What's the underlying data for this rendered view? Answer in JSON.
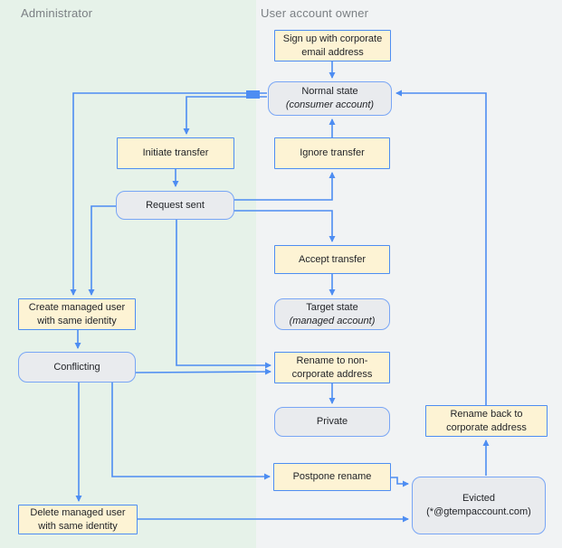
{
  "lanes": {
    "admin": {
      "label": "Administrator"
    },
    "user": {
      "label": "User account owner"
    }
  },
  "colors": {
    "lane_admin_bg": "#e6f2e9",
    "lane_user_bg": "#f1f3f4",
    "action_fill": "#fdf3d4",
    "state_fill": "#e9ebee",
    "action_border": "#4d8df2",
    "state_border": "#78a5f5",
    "edge_blue": "#4d8df2",
    "lane_label_gray": "#7a7f83",
    "node_text": "#1f2125"
  },
  "nodes": {
    "signup": {
      "type": "action",
      "label": "Sign up with corporate email address"
    },
    "normal": {
      "type": "state",
      "title": "Normal state",
      "subtitle": "(consumer account)"
    },
    "initiate": {
      "type": "action",
      "label": "Initiate transfer"
    },
    "ignore": {
      "type": "action",
      "label": "Ignore transfer"
    },
    "request_sent": {
      "type": "state",
      "label": "Request sent"
    },
    "accept": {
      "type": "action",
      "label": "Accept transfer"
    },
    "target": {
      "type": "state",
      "title": "Target state",
      "subtitle": "(managed account)"
    },
    "create": {
      "type": "action",
      "label": "Create managed user with same identity"
    },
    "conflicting": {
      "type": "state",
      "label": "Conflicting"
    },
    "rename_non_corp": {
      "type": "action",
      "label": "Rename to non-corporate address"
    },
    "private": {
      "type": "state",
      "label": "Private"
    },
    "rename_back": {
      "type": "action",
      "label": "Rename back to corporate address"
    },
    "postpone": {
      "type": "action",
      "label": "Postpone rename"
    },
    "evicted": {
      "type": "state",
      "title": "Evicted",
      "subtitle": "(*@gtempaccount.com)"
    },
    "delete": {
      "type": "action",
      "label": "Delete managed user with same identity"
    }
  },
  "edges": [
    {
      "from": "signup",
      "to": "normal"
    },
    {
      "from": "ignore",
      "to": "normal"
    },
    {
      "from": "rename_back",
      "to": "normal"
    },
    {
      "from": "normal",
      "to": "create"
    },
    {
      "from": "normal",
      "to": "initiate"
    },
    {
      "from": "initiate",
      "to": "request_sent"
    },
    {
      "from": "request_sent",
      "to": "ignore"
    },
    {
      "from": "request_sent",
      "to": "accept"
    },
    {
      "from": "accept",
      "to": "target"
    },
    {
      "from": "request_sent",
      "to": "create"
    },
    {
      "from": "request_sent",
      "to": "rename_non_corp"
    },
    {
      "from": "conflicting",
      "to": "rename_non_corp"
    },
    {
      "from": "create",
      "to": "conflicting"
    },
    {
      "from": "rename_non_corp",
      "to": "private"
    },
    {
      "from": "conflicting",
      "to": "delete"
    },
    {
      "from": "conflicting",
      "to": "postpone"
    },
    {
      "from": "postpone",
      "to": "evicted"
    },
    {
      "from": "delete",
      "to": "evicted"
    },
    {
      "from": "evicted",
      "to": "rename_back"
    }
  ]
}
